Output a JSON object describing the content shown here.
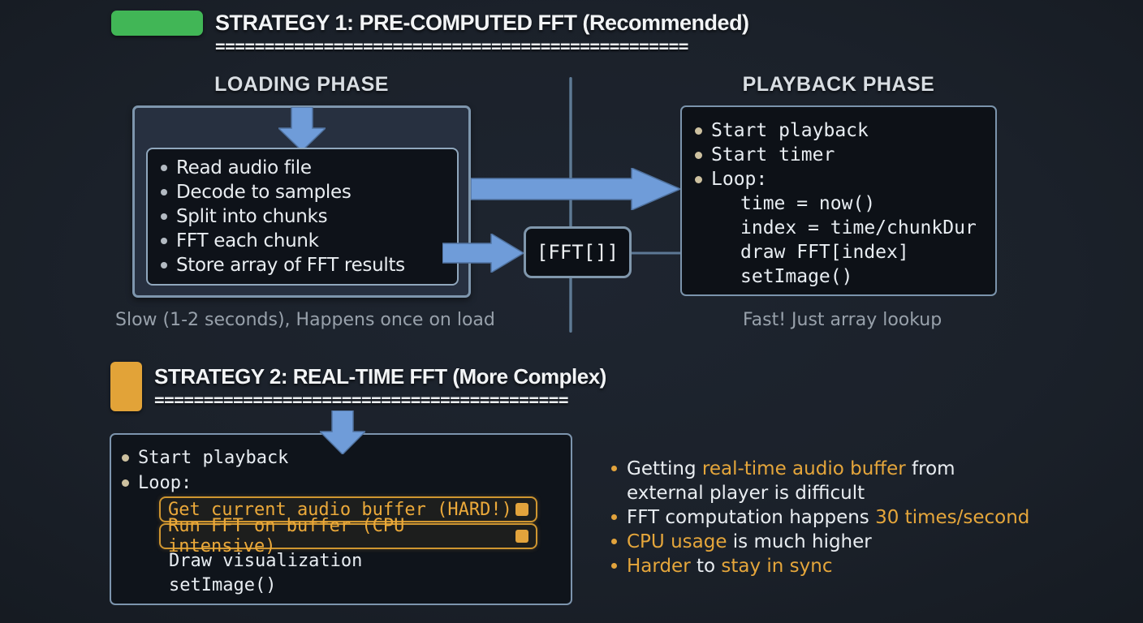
{
  "colors": {
    "green_badge": "#41b656",
    "orange_badge": "#e2a338",
    "arrow_blue": "#6f9cd9",
    "accent_orange": "#e5a63b",
    "background": "#1b212a"
  },
  "strategy1": {
    "title": "STRATEGY 1: PRE-COMPUTED FFT (Recommended)",
    "underline": "================================================",
    "loading": {
      "heading": "LOADING PHASE",
      "steps": [
        "Read audio file",
        "Decode to samples",
        "Split into chunks",
        "FFT each chunk",
        "Store array of FFT results"
      ],
      "caption": "Slow (1-2 seconds), Happens once on load"
    },
    "fft_label": "[FFT[]]",
    "playback": {
      "heading": "PLAYBACK PHASE",
      "bullets": [
        "Start playback",
        "Start timer",
        "Loop:"
      ],
      "loop_lines": [
        "time = now()",
        "index = time/chunkDur",
        "draw FFT[index]",
        "setImage()"
      ],
      "caption": "Fast! Just array lookup"
    }
  },
  "strategy2": {
    "title": "STRATEGY 2: REAL-TIME FFT (More Complex)",
    "underline": "==========================================",
    "box": {
      "bullets": [
        "Start playback",
        "Loop:"
      ],
      "hard_steps": [
        "Get current audio buffer (HARD!)",
        "Run FFT on buffer (CPU intensive)"
      ],
      "plain_steps": [
        "Draw visualization",
        "setImage()"
      ]
    },
    "drawbacks": {
      "l1a": "Getting ",
      "l1b": "real-time audio buffer",
      "l1c": " from",
      "l2": "external player is difficult",
      "l3a": "FFT computation happens ",
      "l3b": "30 times/second",
      "l4a": "CPU usage",
      "l4b": " is much higher",
      "l5a": "Harder",
      "l5b": " to ",
      "l5c": "stay in sync"
    }
  }
}
